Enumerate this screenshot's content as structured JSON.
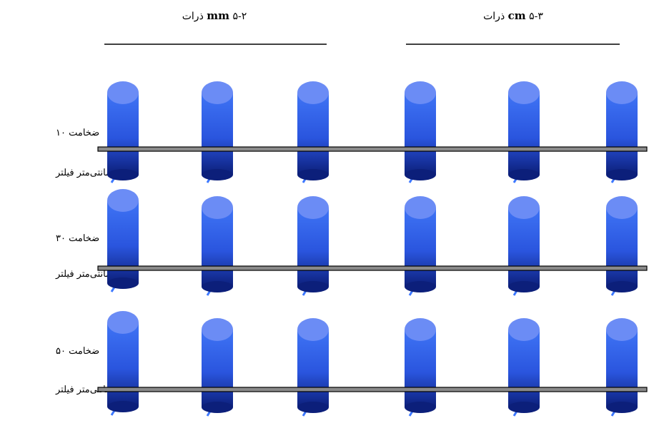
{
  "groups": [
    {
      "prefix": "ذرات ",
      "unit": "mm",
      "range": " ۵-۲"
    },
    {
      "prefix": "ذرات ",
      "unit": "cm",
      "range": " ۵-۳"
    }
  ],
  "rows": [
    {
      "line1": "ضخامت ۱۰",
      "line2": "سانتی‌متر فیلتر"
    },
    {
      "line1": "ضخامت ۳۰",
      "line2": "سانتی‌متر فیلتر"
    },
    {
      "line1": "ضخامت ۵۰",
      "line2": "سانتی‌متر فیلتر"
    }
  ],
  "colors": {
    "cylinder_top": "#6b8cf5",
    "cylinder_body_light": "#3a6cf0",
    "cylinder_body_dark": "#0c1f7a",
    "bar_fill": "#8a8a8a",
    "bar_stroke": "#000000",
    "pipe": "#3d78ff"
  }
}
